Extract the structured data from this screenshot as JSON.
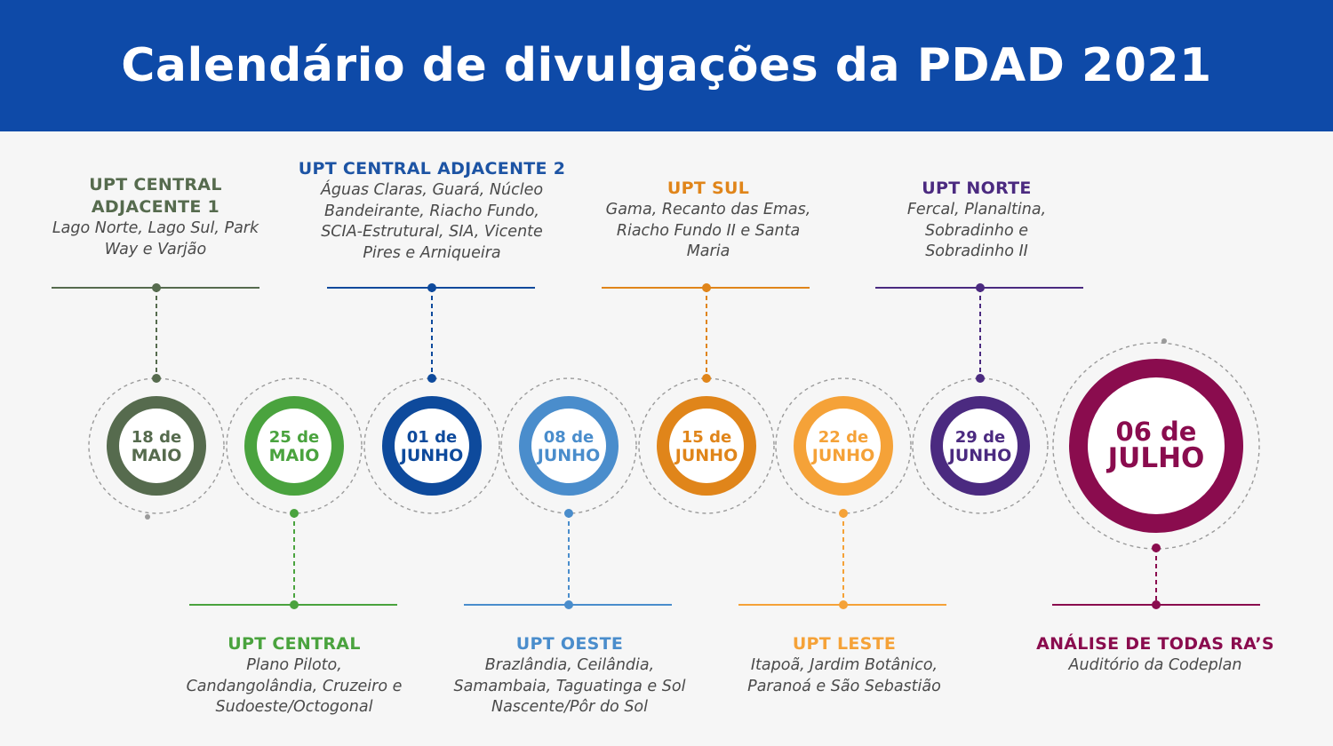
{
  "header": {
    "title": "Calendário de divulgações da PDAD 2021"
  },
  "events": [
    {
      "day": "18 de",
      "month": "MAIO",
      "title": "UPT CENTRAL ADJACENTE 1",
      "desc": "Lago Norte, Lago Sul, Park Way e Varjão",
      "color": "#566b4e",
      "label_color": "#566b4e"
    },
    {
      "day": "25 de",
      "month": "MAIO",
      "title": "UPT CENTRAL",
      "desc": "Plano Piloto, Candangolândia, Cruzeiro e Sudoeste/Octogonal",
      "color": "#4aa33e",
      "label_color": "#4aa33e"
    },
    {
      "day": "01 de",
      "month": "JUNHO",
      "title": "UPT CENTRAL ADJACENTE 2",
      "desc": "Águas Claras, Guará, Núcleo Bandeirante, Riacho Fundo, SCIA-Estrutural, SIA, Vicente Pires e Arniqueira",
      "color": "#0e4a9c",
      "label_color": "#1d54a4"
    },
    {
      "day": "08 de",
      "month": "JUNHO",
      "title": "UPT OESTE",
      "desc": "Brazlândia, Ceilândia, Samambaia, Taguatinga e Sol Nascente/Pôr do Sol",
      "color": "#4a8dcc",
      "label_color": "#4a8dcc"
    },
    {
      "day": "15 de",
      "month": "JUNHO",
      "title": "UPT SUL",
      "desc": "Gama, Recanto das Emas, Riacho Fundo II e Santa Maria",
      "color": "#e0851a",
      "label_color": "#e0851a"
    },
    {
      "day": "22 de",
      "month": "JUNHO",
      "title": "UPT LESTE",
      "desc": "Itapoã, Jardim Botânico, Paranoá e São Sebastião",
      "color": "#f5a238",
      "label_color": "#f5a238"
    },
    {
      "day": "29 de",
      "month": "JUNHO",
      "title": "UPT NORTE",
      "desc": "Fercal, Planaltina, Sobradinho e Sobradinho II",
      "color": "#4b2a80",
      "label_color": "#4b2a80"
    },
    {
      "day": "06 de",
      "month": "JULHO",
      "title": "ANÁLISE DE TODAS RA’S",
      "desc": "Auditório da Codeplan",
      "color": "#8a0c4e",
      "label_color": "#8a0c4e"
    }
  ]
}
